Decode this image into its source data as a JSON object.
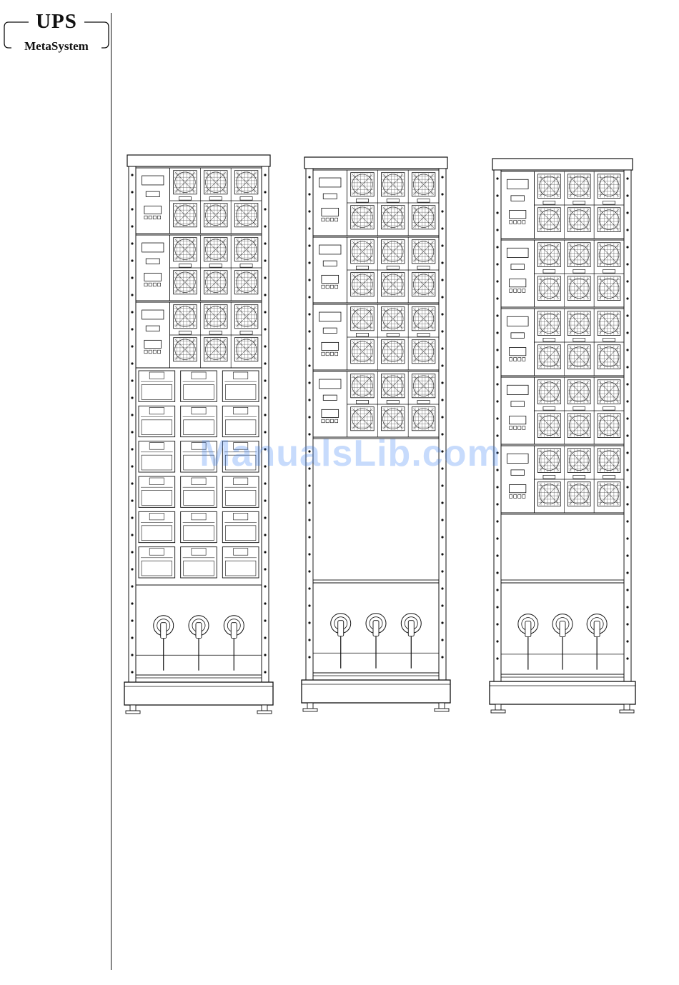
{
  "logo": {
    "line1": "UPS",
    "line2": "MetaSystem"
  },
  "watermark": {
    "text": "ManualsLib.com"
  },
  "cabinets": [
    {
      "name": "left",
      "power_modules": 3,
      "lower_section": "battery-drawers",
      "battery_rows": 6,
      "dark_fans": [
        [
          0,
          5
        ],
        [
          0,
          5
        ]
      ]
    },
    {
      "name": "middle",
      "power_modules": 4,
      "lower_section": "empty"
    },
    {
      "name": "right",
      "power_modules": 5,
      "lower_section": "empty"
    }
  ],
  "colors": {
    "line": "#111111",
    "watermark": "#3b82f6"
  }
}
